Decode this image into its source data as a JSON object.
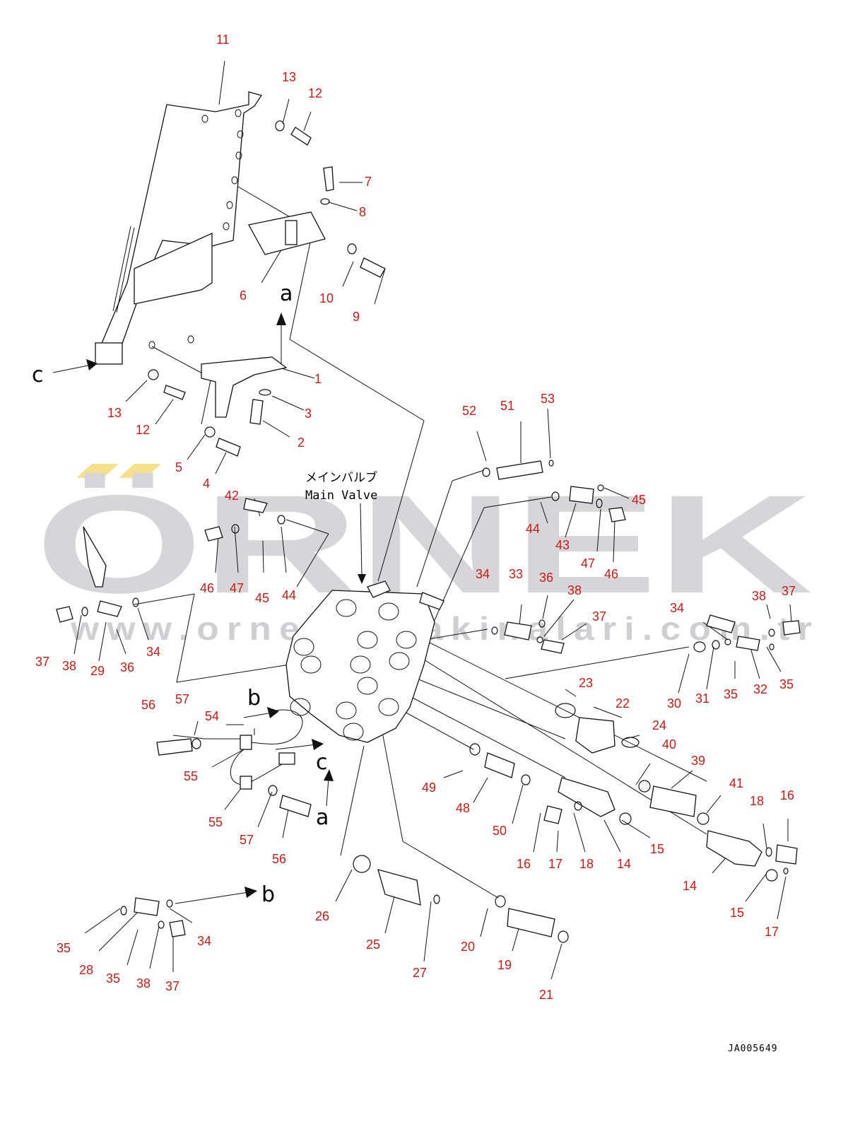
{
  "watermark": {
    "brand": "ÖRNEK",
    "url": "www.ornekismakinalari.com.tr",
    "accent_color": "#f6e08a",
    "text_color": "#d6d6da"
  },
  "caption": {
    "japanese": "メインバルブ",
    "english": "Main Valve"
  },
  "arrow_labels": {
    "a": "a",
    "b": "b",
    "c": "c"
  },
  "drawing_code": "JA005649",
  "label_color": "#cc1a14",
  "callouts": {
    "n1": "1",
    "n2": "2",
    "n3": "3",
    "n4": "4",
    "n5": "5",
    "n6": "6",
    "n7": "7",
    "n8": "8",
    "n9": "9",
    "n10": "10",
    "n11": "11",
    "n12": "12",
    "n13": "13",
    "n14": "14",
    "n15": "15",
    "n16": "16",
    "n17": "17",
    "n18": "18",
    "n19": "19",
    "n20": "20",
    "n21": "21",
    "n22": "22",
    "n23": "23",
    "n24": "24",
    "n25": "25",
    "n26": "26",
    "n27": "27",
    "n28": "28",
    "n29": "29",
    "n30": "30",
    "n31": "31",
    "n32": "32",
    "n33": "33",
    "n34": "34",
    "n35": "35",
    "n36": "36",
    "n37": "37",
    "n38": "38",
    "n39": "39",
    "n40": "40",
    "n41": "41",
    "n42": "42",
    "n43": "43",
    "n44": "44",
    "n45": "45",
    "n46": "46",
    "n47": "47",
    "n48": "48",
    "n49": "49",
    "n50": "50",
    "n51": "51",
    "n52": "52",
    "n53": "53",
    "n54": "54",
    "n55": "55",
    "n56": "56",
    "n57": "57"
  }
}
